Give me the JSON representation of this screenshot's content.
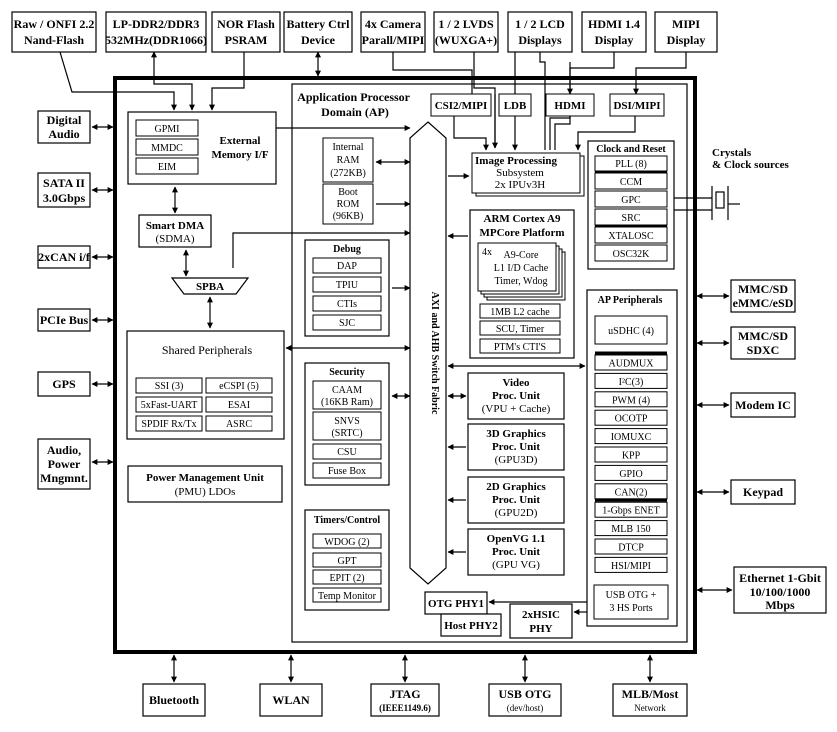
{
  "top": {
    "raw_onfi": [
      "Raw / ONFI 2.2",
      "Nand-Flash"
    ],
    "lpddr": [
      "LP-DDR2/DDR3",
      "532MHz(DDR1066)"
    ],
    "nor": [
      "NOR Flash",
      "PSRAM"
    ],
    "battery": [
      "Battery Ctrl",
      "Device"
    ],
    "camera": [
      "4x Camera",
      "Parall/MIPI"
    ],
    "lvds": [
      "1 / 2 LVDS",
      "(WUXGA+)"
    ],
    "lcd": [
      "1 / 2 LCD",
      "Displays"
    ],
    "hdmi14": [
      "HDMI 1.4",
      "Display"
    ],
    "mipi": [
      "MIPI",
      "Display"
    ]
  },
  "left": {
    "digital_audio": [
      "Digital",
      "Audio"
    ],
    "sata": [
      "SATA II",
      "3.0Gbps"
    ],
    "can": "2xCAN i/f",
    "pcie": "PCIe Bus",
    "gps": "GPS",
    "audio_power": [
      "Audio,",
      "Power",
      "Mngmnt."
    ]
  },
  "right": {
    "crystals": [
      "Crystals",
      "& Clock sources"
    ],
    "mmc1": [
      "MMC/SD",
      "eMMC/eSD"
    ],
    "mmc2": [
      "MMC/SD",
      "SDXC"
    ],
    "modem": "Modem IC",
    "keypad": "Keypad",
    "ethernet": [
      "Ethernet 1-Gbit",
      "10/100/1000",
      "Mbps"
    ]
  },
  "bottom": {
    "bluetooth": "Bluetooth",
    "wlan": "WLAN",
    "jtag": [
      "JTAG",
      "(IEEE1149.6)"
    ],
    "usb_otg": [
      "USB OTG",
      "(dev/host)"
    ],
    "mlb": [
      "MLB/Most",
      "Network"
    ]
  },
  "soc": {
    "ap_domain": [
      "Application Processor",
      "Domain (AP)"
    ],
    "ext_mem": {
      "title": [
        "External",
        "Memory I/F"
      ],
      "items": [
        "GPMI",
        "MMDC",
        "EIM"
      ]
    },
    "smart_dma": [
      "Smart DMA",
      "(SDMA)"
    ],
    "spba": "SPBA",
    "internal_ram": [
      "Internal",
      "RAM",
      "(272KB)"
    ],
    "boot_rom": [
      "Boot",
      "ROM",
      "(96KB)"
    ],
    "debug": {
      "title": "Debug",
      "items": [
        "DAP",
        "TPIU",
        "CTIs",
        "SJC"
      ]
    },
    "shared_periph": {
      "title": "Shared Peripherals",
      "items": [
        "SSI (3)",
        "eCSPI (5)",
        "5xFast-UART",
        "ESAI",
        "SPDIF Rx/Tx",
        "ASRC"
      ]
    },
    "pmu": [
      "Power Management Unit",
      "(PMU) LDOs"
    ],
    "security": {
      "title": "Security",
      "caam": [
        "CAAM",
        "(16KB Ram)"
      ],
      "snvs": [
        "SNVS",
        "(SRTC)"
      ],
      "csu": "CSU",
      "fuse": "Fuse Box"
    },
    "timers": {
      "title": "Timers/Control",
      "items": [
        "WDOG (2)",
        "GPT",
        "EPIT (2)",
        "Temp Monitor"
      ]
    },
    "fabric": "AXI and AHB Switch Fabric",
    "csi2": "CSI2/MIPI",
    "ldb": "LDB",
    "hdmi": "HDMI",
    "dsi": "DSI/MIPI",
    "ipu": [
      "Image Processing",
      "Subsystem",
      "2x IPUv3H"
    ],
    "arm": {
      "title": [
        "ARM Cortex A9",
        "MPCore Platform"
      ],
      "cores_count": "4x",
      "core": [
        "A9-Core",
        "L1 I/D Cache",
        "Timer, Wdog"
      ],
      "items": [
        "1MB L2 cache",
        "SCU, Timer",
        "PTM's CTI'S"
      ]
    },
    "vpu": [
      "Video",
      "Proc. Unit",
      "(VPU + Cache)"
    ],
    "gpu3d": [
      "3D Graphics",
      "Proc. Unit",
      "(GPU3D)"
    ],
    "gpu2d": [
      "2D Graphics",
      "Proc. Unit",
      "(GPU2D)"
    ],
    "openvg": [
      "OpenVG 1.1",
      "Proc. Unit",
      "(GPU VG)"
    ],
    "clock": {
      "title": "Clock and Reset",
      "items": [
        "PLL (8)",
        "CCM",
        "GPC",
        "SRC",
        "XTALOSC",
        "OSC32K"
      ]
    },
    "ap_periph": {
      "title": "AP Peripherals",
      "usdhc": "uSDHC (4)",
      "items": [
        "AUDMUX",
        "I²C(3)",
        "PWM (4)",
        "OCOTP",
        "IOMUXC",
        "KPP",
        "GPIO",
        "CAN(2)",
        "1-Gbps ENET",
        "MLB 150",
        "DTCP",
        "HSI/MIPI"
      ],
      "usb": [
        "USB OTG +",
        "3 HS Ports"
      ]
    },
    "otg_phy1": "OTG PHY1",
    "host_phy2": "Host PHY2",
    "hsic_phy": [
      "2xHSIC",
      "PHY"
    ]
  }
}
